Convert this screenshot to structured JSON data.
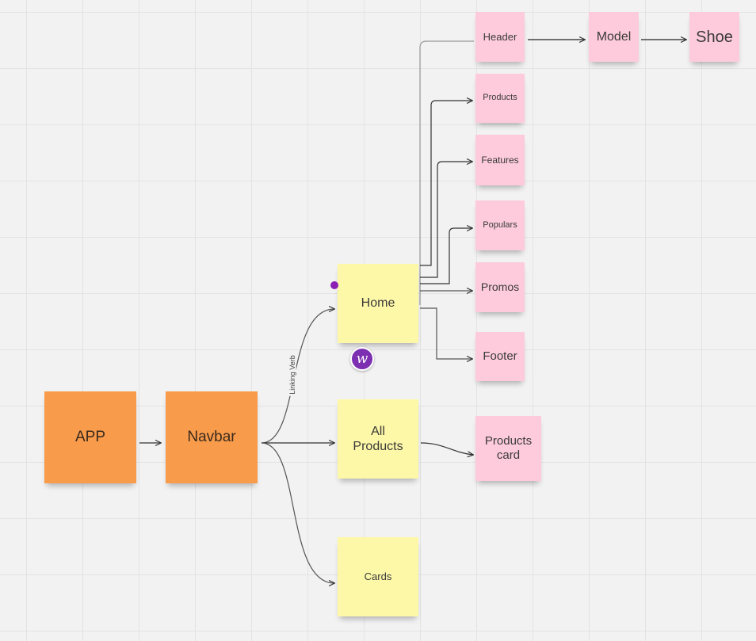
{
  "notes": {
    "app": "APP",
    "navbar": "Navbar",
    "home": "Home",
    "all_products": "All\nProducts",
    "cards": "Cards",
    "header": "Header",
    "model": "Model",
    "shoe": "Shoe",
    "products": "Products",
    "features": "Features",
    "populars": "Populars",
    "promos": "Promos",
    "footer": "Footer",
    "products_card": "Products\ncard"
  },
  "edge_labels": {
    "navbar_home": "Linking Verb"
  },
  "avatar": {
    "letter": "w"
  },
  "colors": {
    "orange_note": "#f89b4b",
    "yellow_note": "#fdf7a8",
    "pink_note": "#fdcbdb",
    "presence_dot": "#8b1fb5",
    "avatar_bg": "#7c2fb0"
  }
}
